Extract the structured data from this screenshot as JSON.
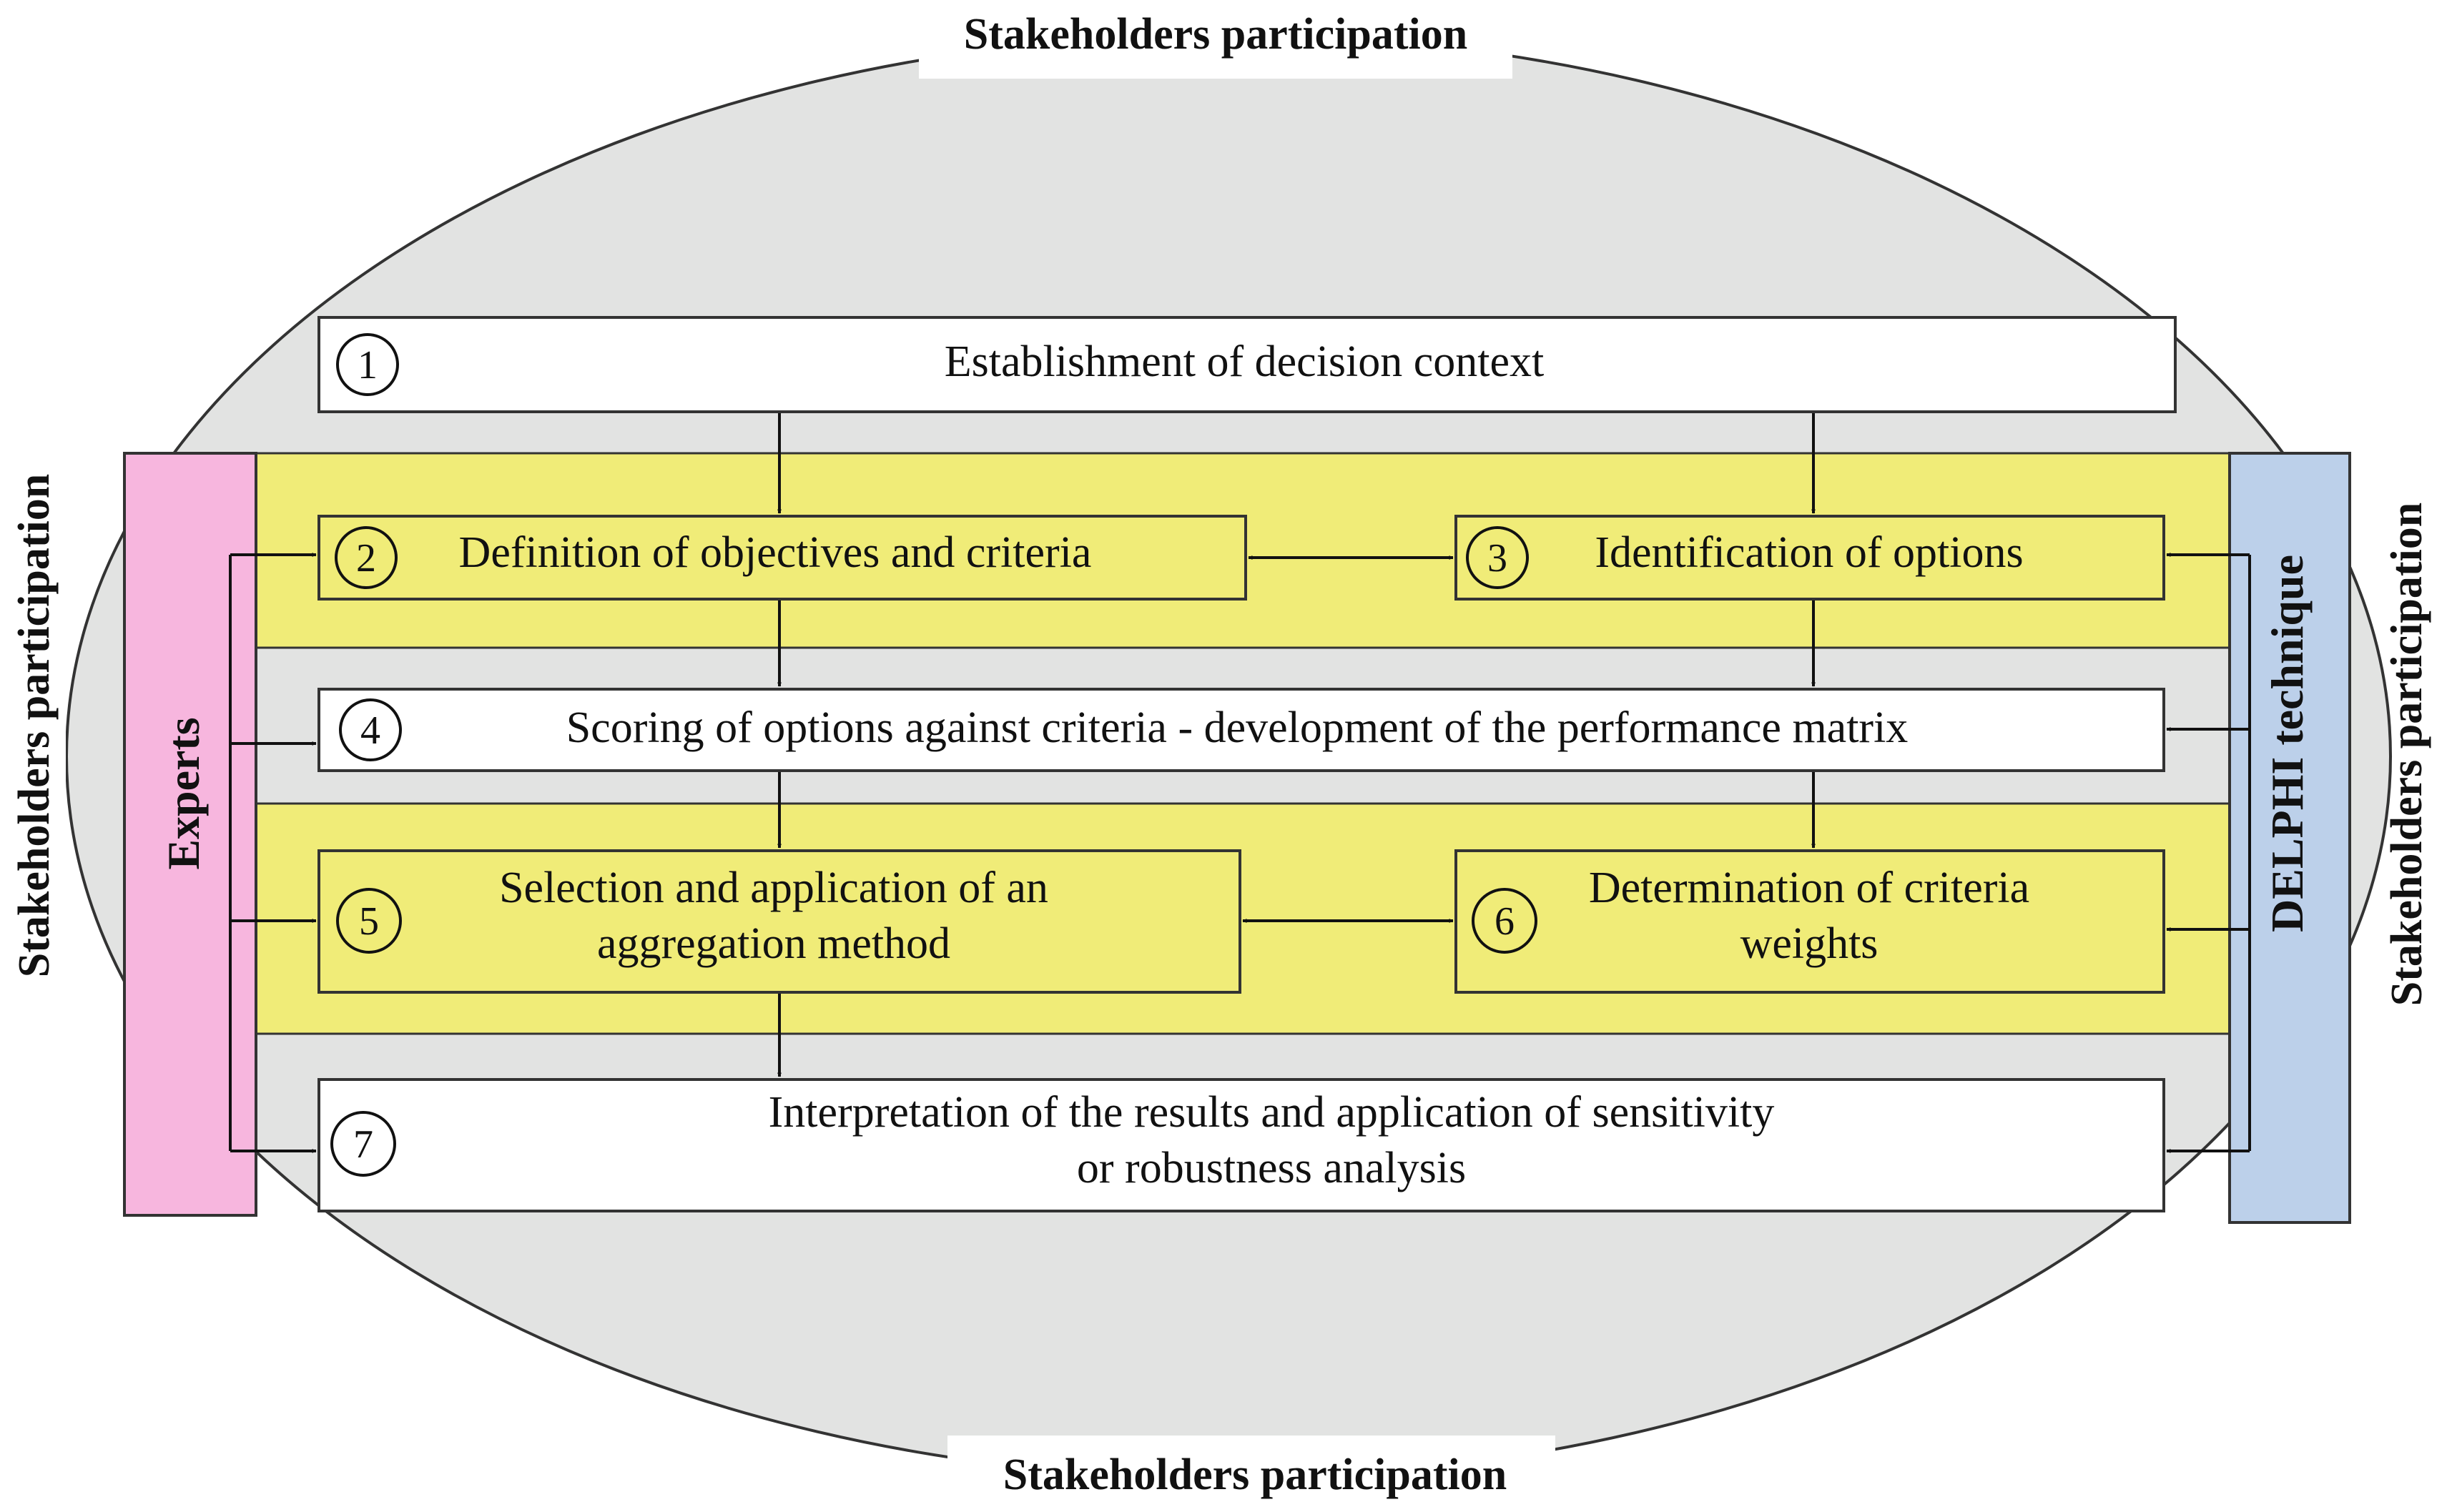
{
  "stakeholders_label": "Stakeholders participation",
  "experts_label": "Experts",
  "delphi_label": "DELPHI technique",
  "steps": [
    {
      "number": "1",
      "lines": [
        "Establishment of decision context"
      ]
    },
    {
      "number": "2",
      "lines": [
        "Definition of objectives and criteria"
      ]
    },
    {
      "number": "3",
      "lines": [
        "Identification of options"
      ]
    },
    {
      "number": "4",
      "lines": [
        "Scoring of options against criteria - development of the performance matrix"
      ]
    },
    {
      "number": "5",
      "lines": [
        "Selection and application of an",
        "aggregation method"
      ]
    },
    {
      "number": "6",
      "lines": [
        "Determination of criteria",
        "weights"
      ]
    },
    {
      "number": "7",
      "lines": [
        "Interpretation of the results and application of sensitivity",
        "or robustness analysis"
      ]
    }
  ],
  "colors": {
    "ellipse": "#e2e3e2",
    "band": "#f0ec78",
    "experts": "#f7b6de",
    "delphi": "#bcd0ea",
    "white_box": "#ffffff"
  }
}
